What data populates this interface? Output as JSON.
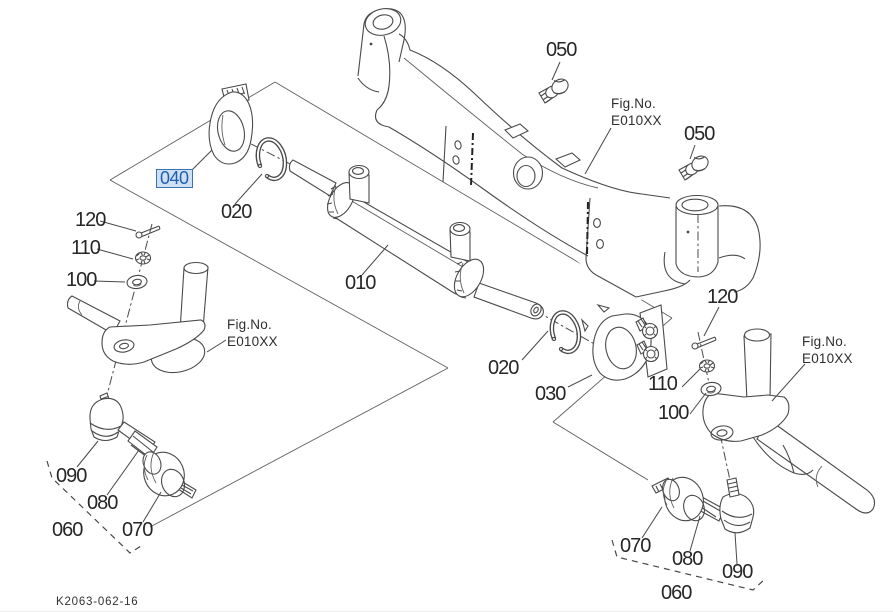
{
  "diagram": {
    "drawing_number": "K2063-062-16",
    "fig_ref": "Fig.No.",
    "fig_code": "E010XX",
    "selected_part": "040",
    "parts": {
      "n010": "010",
      "n020": "020",
      "n030": "030",
      "n040": "040",
      "n050": "050",
      "n060": "060",
      "n070": "070",
      "n080": "080",
      "n090": "090",
      "n100": "100",
      "n110": "110",
      "n120": "120"
    },
    "colors": {
      "line": "#4a4a4a",
      "label_text": "#262626",
      "highlight_text": "#1f5fae",
      "highlight_bg": "#cfe0f3",
      "highlight_border": "#3a72b8"
    }
  }
}
